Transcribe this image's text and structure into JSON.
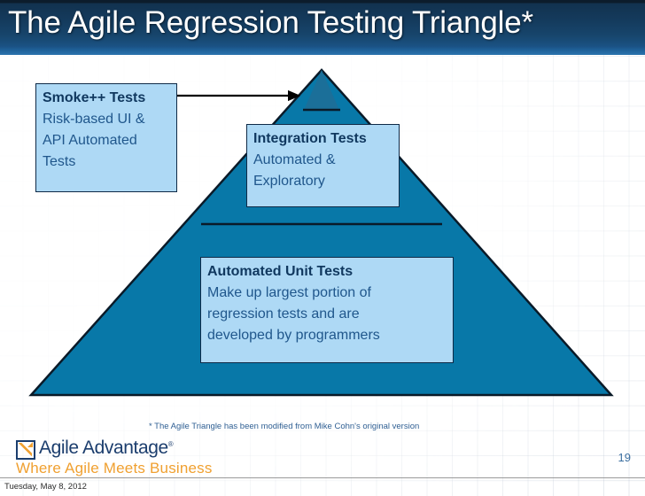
{
  "header": {
    "title": "The Agile Regression Testing Triangle*"
  },
  "diagram": {
    "shape": "pyramid",
    "tiers": [
      {
        "id": "smoke",
        "title": "Smoke++ Tests",
        "lines": [
          "Risk-based UI &",
          "API Automated",
          "Tests"
        ],
        "connector": "arrow-right"
      },
      {
        "id": "integration",
        "title": "Integration Tests",
        "lines": [
          "Automated &",
          "Exploratory"
        ]
      },
      {
        "id": "unit",
        "title": "Automated Unit Tests",
        "lines": [
          "Make up largest portion of",
          "regression tests and are",
          "developed by programmers"
        ]
      }
    ]
  },
  "footnote": "* The Agile Triangle has been modified from Mike Cohn's original version",
  "logo": {
    "name": "Agile Advantage",
    "registered_mark": "®",
    "tagline": "Where Agile Meets Business"
  },
  "page_number": "19",
  "date": "Tuesday, May 8, 2012",
  "colors": {
    "header_navy": "#143a5c",
    "header_accent": "#2b74ae",
    "pyramid_fill": "#0878a8",
    "pyramid_top_fill": "#1b6f99",
    "pyramid_stroke": "#0a1a28",
    "callout_fill": "#aed9f5",
    "callout_border": "#0f2a47",
    "callout_text": "#20578c",
    "callout_title": "#10385f",
    "logo_navy": "#1b3d6d",
    "logo_orange": "#f0a030",
    "footnote_blue": "#2f5f93"
  }
}
